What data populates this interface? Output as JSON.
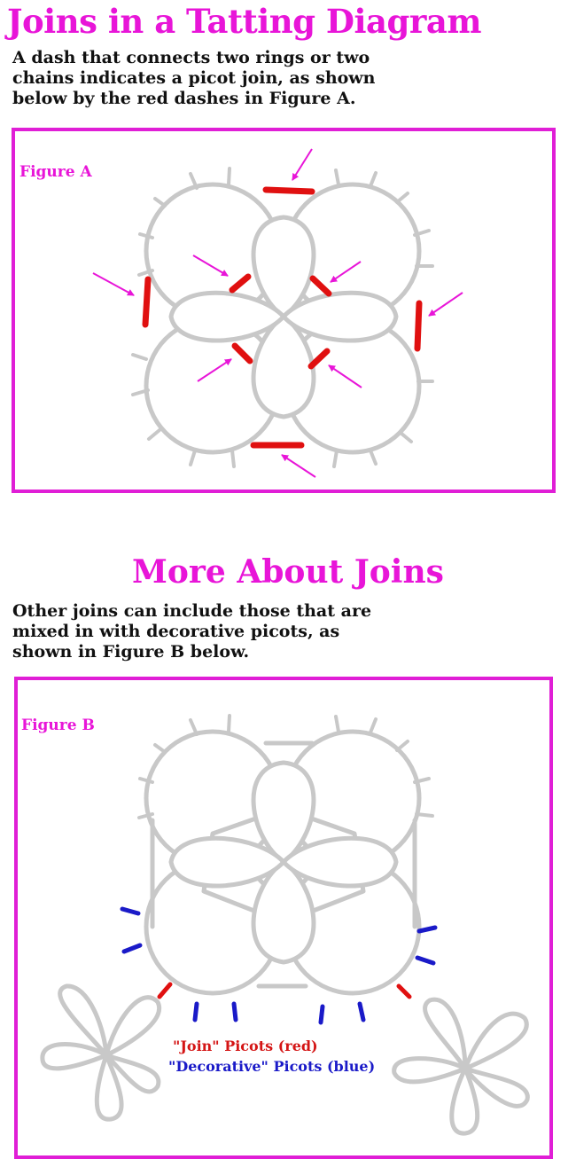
{
  "header": {
    "title": "Joins in a Tatting Diagram",
    "intro_lines": [
      "A dash that connects two rings or two",
      "chains indicates a picot join, as shown",
      "below by the red dashes in Figure A."
    ]
  },
  "figure_a": {
    "label": "Figure A"
  },
  "section2": {
    "title": "More About Joins",
    "lines": [
      "Other joins can include those that are",
      "mixed in with decorative picots, as",
      "shown in Figure B below."
    ]
  },
  "figure_b": {
    "label": "Figure B",
    "legend_join": "\"Join\" Picots (red)",
    "legend_decorative": "\"Decorative\" Picots (blue)"
  },
  "colors": {
    "accent": "#e815d8",
    "thread": "#c8c8c8",
    "join": "#e01010",
    "decorative": "#1a1ac8",
    "arrow": "#e815d8"
  }
}
